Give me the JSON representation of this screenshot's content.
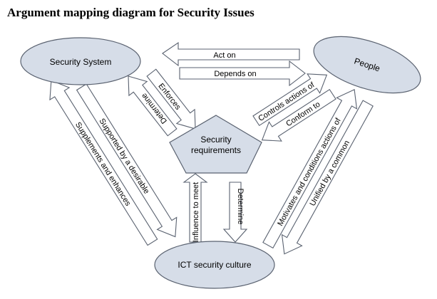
{
  "title": "Argument mapping diagram for Security Issues",
  "nodes": {
    "security_system": "Security System",
    "people": "People",
    "security_requirements_line1": "Security",
    "security_requirements_line2": "requirements",
    "ict_security_culture": "ICT security culture"
  },
  "arrows": {
    "act_on": "Act on",
    "depends_on": "Depends on",
    "enforces": "Enforces",
    "determine_top": "Determine",
    "controls_actions_of": "Controls actions of",
    "conform_to": "Conform to",
    "supplements_and_enhances": "Supplements and enhances",
    "supported_by_a_desirable": "Supported by a desirable",
    "influence_to_meet": "Influence to meet",
    "determine_bottom": "Determine",
    "motivates_and_conditions_actions_of": "Motivates and conditions actions of",
    "unified_by_a_common": "Unified by a common"
  }
}
